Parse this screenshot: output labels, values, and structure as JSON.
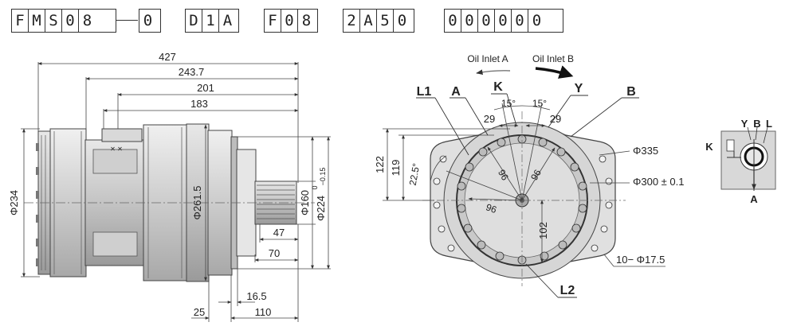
{
  "model_code": {
    "groups": [
      "FMS08",
      "0",
      "D1A",
      "F08",
      "2A50",
      "000000"
    ]
  },
  "side_view": {
    "lengths": {
      "overall": "427",
      "a": "243.7",
      "b": "201",
      "c": "183",
      "d": "47",
      "e": "70",
      "f": "16.5",
      "g": "25",
      "h": "110"
    },
    "diameters": {
      "body": "Φ234",
      "flange": "Φ261.5",
      "shaft": "Φ160",
      "pilot": "Φ224",
      "pilot_tol_upper": "0",
      "pilot_tol_lower": "−0.15"
    }
  },
  "front_view": {
    "oil_inlet_a": "Oil Inlet A",
    "oil_inlet_b": "Oil Inlet B",
    "port_labels": {
      "l1": "L1",
      "a": "A",
      "k": "K",
      "y": "Y",
      "b": "B",
      "l2": "L2"
    },
    "angles": {
      "left": "15°",
      "right": "15°",
      "bolt": "22.5°"
    },
    "dims": {
      "p29_left": "29",
      "p29_right": "29",
      "h122": "122",
      "h119": "119",
      "r96_a": "96",
      "r96_b": "96",
      "r96_c": "96",
      "v102": "102",
      "d335": "Φ335",
      "d300": "Φ300 ± 0.1",
      "holes": "10− Φ17.5"
    }
  },
  "port_detail": {
    "labels": {
      "y": "Y",
      "b": "B",
      "l": "L",
      "k": "K",
      "a": "A"
    }
  }
}
